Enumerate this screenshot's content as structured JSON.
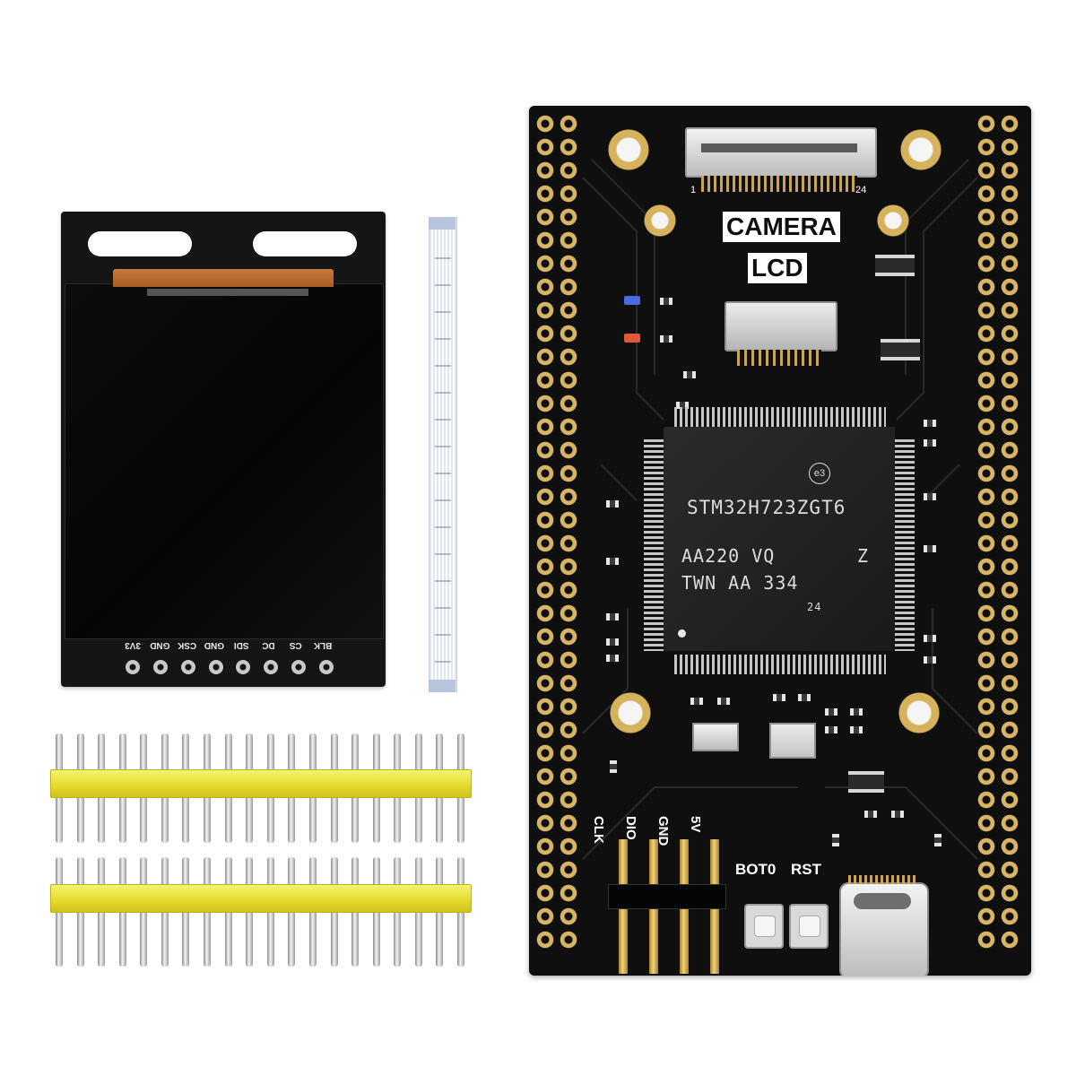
{
  "lcd_module": {
    "pin_labels": [
      "BLK",
      "CS",
      "DC",
      "SDI",
      "GND",
      "CSK",
      "GND",
      "3V3"
    ]
  },
  "board": {
    "camera_connector": {
      "pin_first": "1",
      "pin_last": "24"
    },
    "labels": {
      "camera": "CAMERA",
      "lcd": "LCD"
    },
    "mcu": {
      "logo": "e3",
      "part_number": "STM32H723ZGT6",
      "lot_line_1": "AA220 VQ",
      "lot_mark": "Z",
      "lot_line_2": "TWN AA 334",
      "date_code": "24"
    },
    "swd_labels": [
      "CLK",
      "DIO",
      "GND",
      "5V"
    ],
    "button_labels": {
      "boot": "BOT0",
      "reset": "RST"
    }
  }
}
